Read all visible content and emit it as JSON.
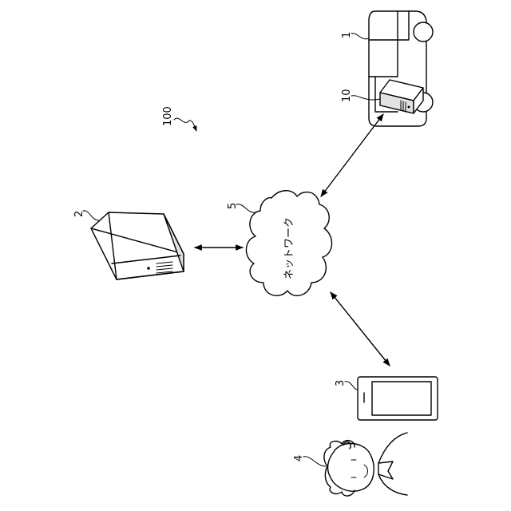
{
  "diagram": {
    "system_ref": "100",
    "vehicle_ref": "1",
    "onboard_device_ref": "10",
    "server_ref": "2",
    "terminal_ref": "3",
    "user_ref": "4",
    "network_ref": "5",
    "network_label": "ネットワーク"
  },
  "colors": {
    "line": "#000000",
    "background": "#ffffff",
    "fill_gray": "#e2e2e2"
  },
  "icons": [
    "car-icon",
    "onboard-device-icon",
    "server-icon",
    "cloud-icon",
    "smartphone-icon",
    "person-icon"
  ]
}
